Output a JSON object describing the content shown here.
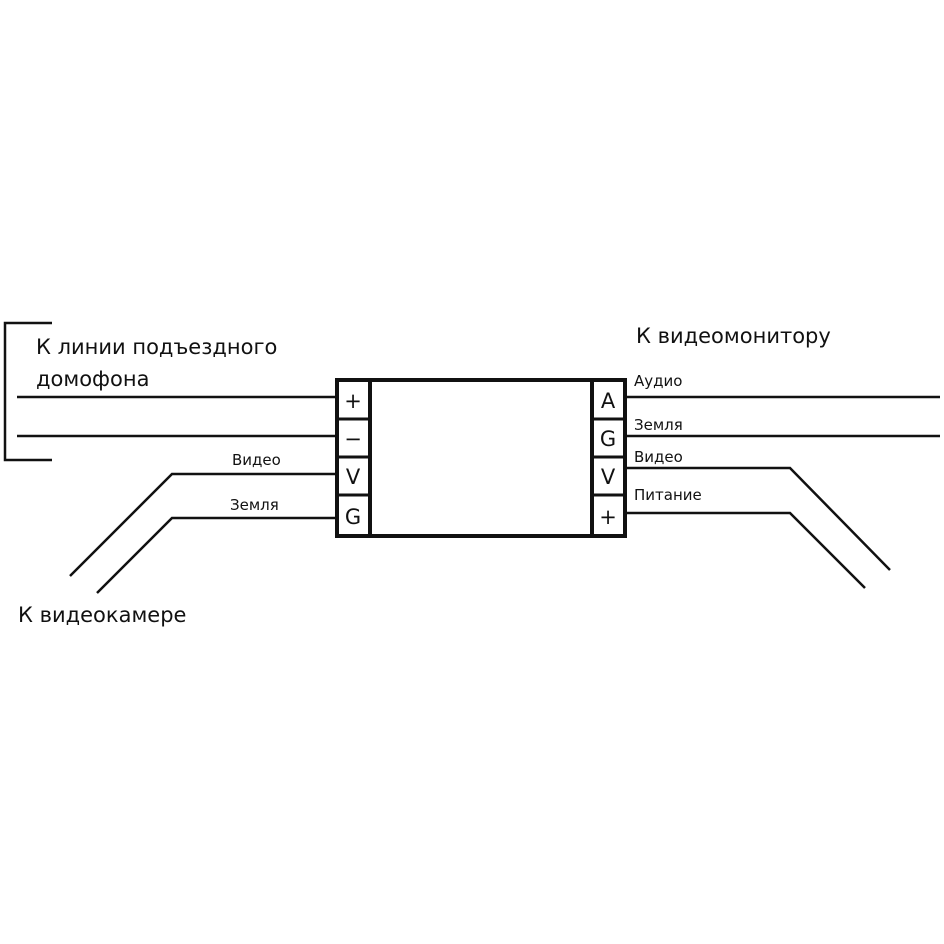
{
  "labels": {
    "intercom_line_1": "К линии подъездного",
    "intercom_line_2": "домофона",
    "camera": "К видеокамере",
    "monitor": "К видеомонитору"
  },
  "left_wires": {
    "video": "Видео",
    "ground": "Земля"
  },
  "right_wires": {
    "audio": "Аудио",
    "ground": "Земля",
    "video": "Видео",
    "power": "Питание"
  },
  "left_terminals": [
    "+",
    "−",
    "V",
    "G"
  ],
  "right_terminals": [
    "A",
    "G",
    "V",
    "+"
  ]
}
